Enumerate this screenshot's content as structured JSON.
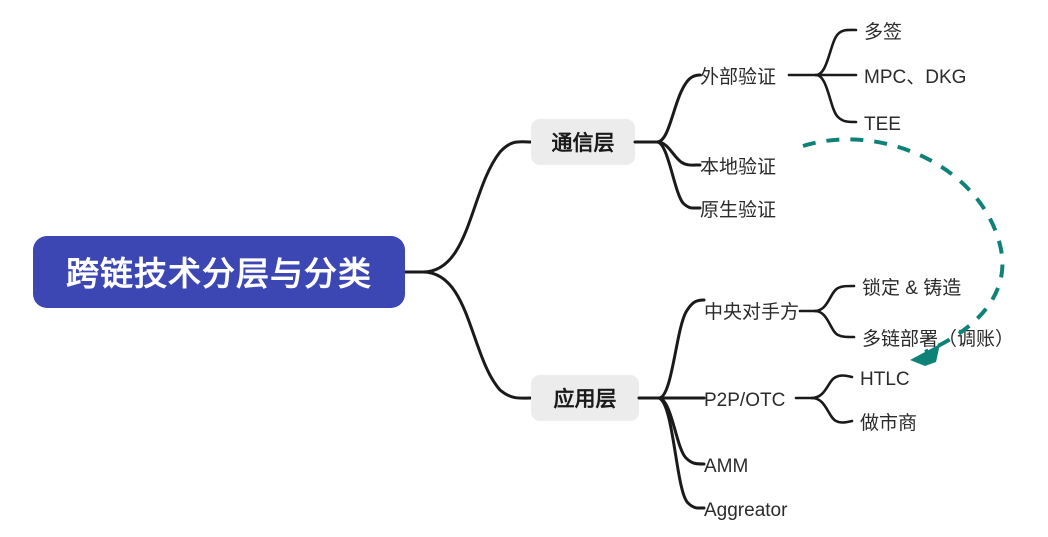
{
  "diagram": {
    "type": "mind-map",
    "title": "跨链技术分层与分类",
    "orientation": "left-to-right",
    "background_color": "#ffffff",
    "root": {
      "label": "跨链技术分层与分类",
      "fill_color": "#3c47b4",
      "text_color": "#ffffff"
    },
    "branch_nodes": [
      {
        "label": "通信层",
        "fill_color": "#ececec",
        "text_color": "#1a1a1a"
      },
      {
        "label": "应用层",
        "fill_color": "#ececec",
        "text_color": "#1a1a1a"
      }
    ],
    "nodes": {
      "comm_child_1": "外部验证",
      "comm_child_2": "本地验证",
      "comm_child_3": "原生验证",
      "ext_leaf_1": "多签",
      "ext_leaf_2": "MPC、DKG",
      "ext_leaf_3": "TEE",
      "app_child_1": "中央对手方",
      "app_child_2": "P2P/OTC",
      "app_child_3": "AMM",
      "app_child_4": "Aggreator",
      "ccp_leaf_1": "锁定 & 铸造",
      "ccp_leaf_2": "多链部署（调账）",
      "p2p_leaf_1": "HTLC",
      "p2p_leaf_2": "做市商"
    },
    "annotation": {
      "name": "dashed-arrow",
      "color": "#0e8276",
      "style": "dashed-curved-arrow",
      "from": "TEE",
      "to": "多链部署（调账）"
    },
    "line_color": "#1a1a1a"
  }
}
